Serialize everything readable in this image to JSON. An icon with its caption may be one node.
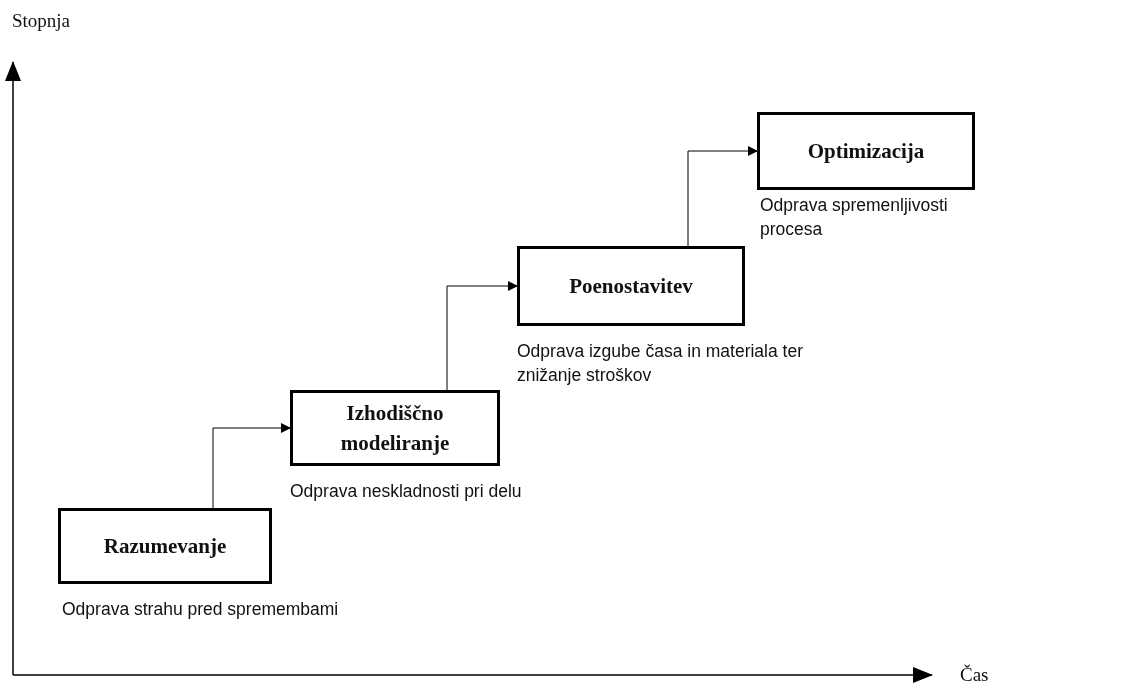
{
  "diagram": {
    "nodes": [
      {
        "text": [
          "Razumevanje"
        ],
        "beside": [
          "Odprava strahu pred spremembami"
        ]
      },
      {
        "text": [
          "Izhodiščno modeliranje"
        ],
        "beside": [
          "Odprava neskladnosti pri delu"
        ]
      },
      {
        "text": [
          "Poenostavitev"
        ],
        "beside": [
          "Odprava izgube časa in materiala ter znižanje stroškov"
        ]
      },
      {
        "text": [
          "Optimizacija"
        ],
        "beside": [
          "Odprava spremenljivosti procesa"
        ]
      }
    ],
    "edges": [
      {
        "from": 0,
        "to": 1,
        "arrow": "to"
      },
      {
        "from": 1,
        "to": 2,
        "arrow": "to"
      },
      {
        "from": 2,
        "to": 3,
        "arrow": "to"
      }
    ],
    "labels": [
      "Stopnja",
      "Čas"
    ]
  }
}
